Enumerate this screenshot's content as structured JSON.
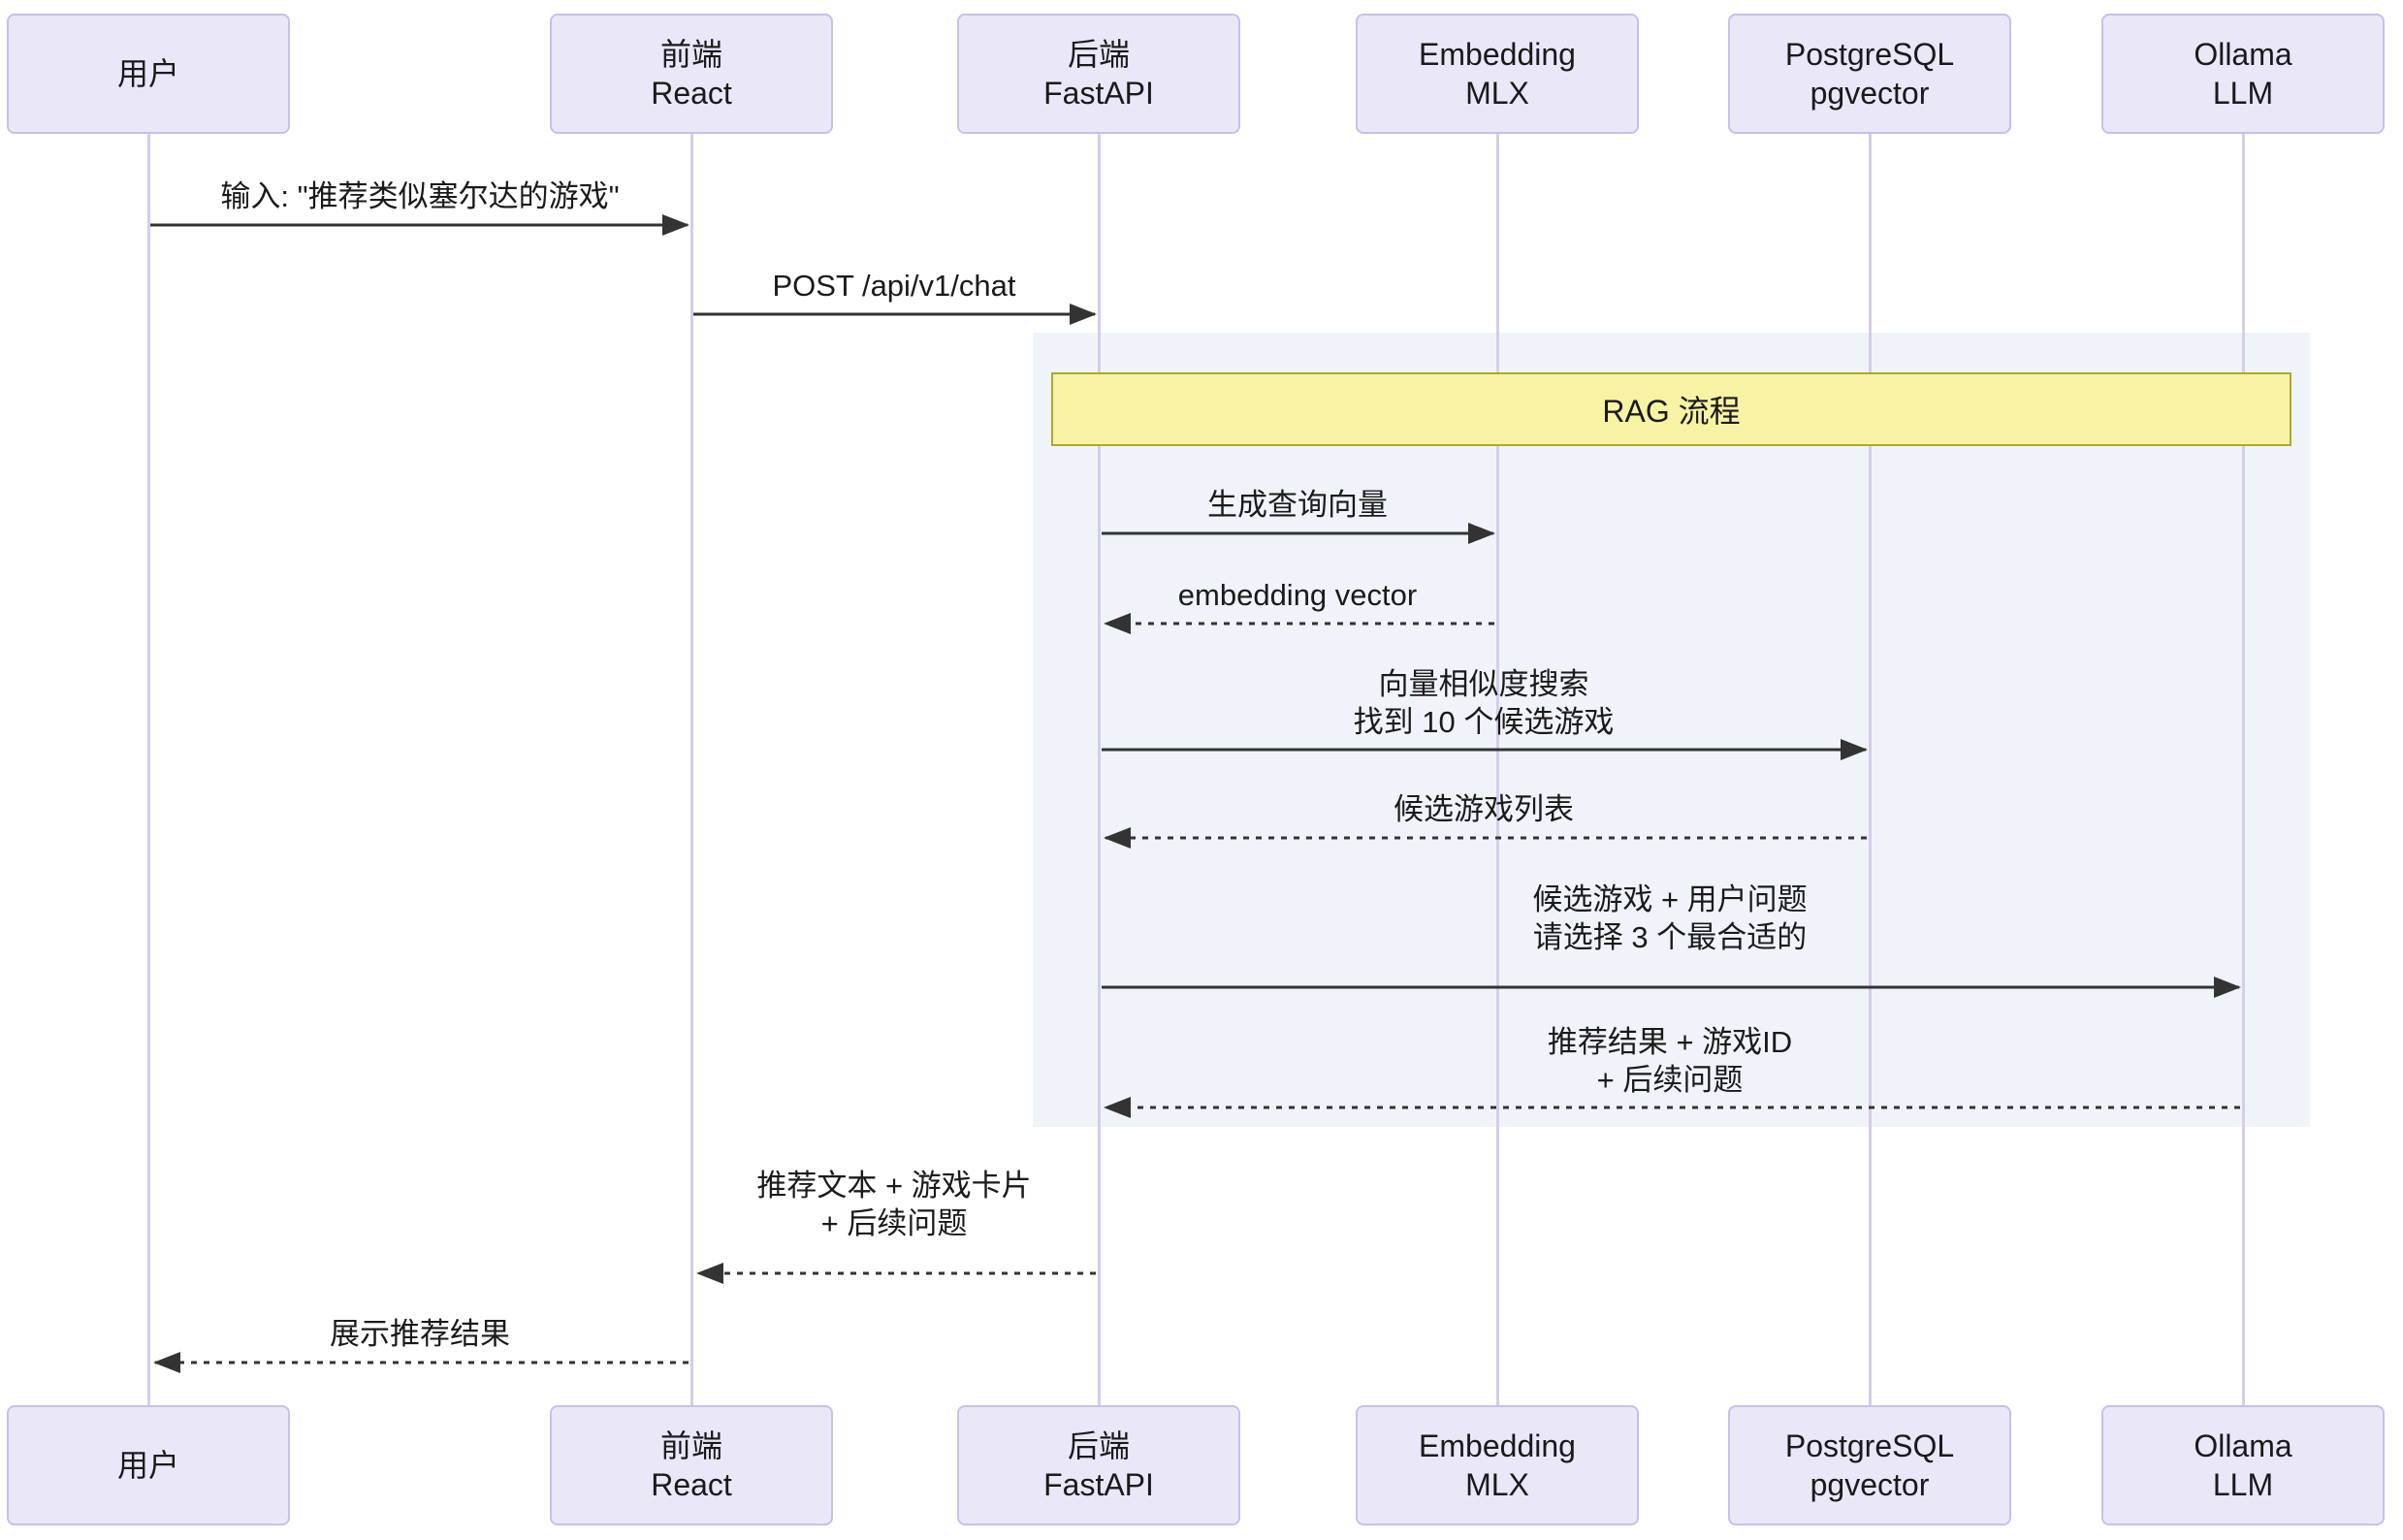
{
  "diagram": {
    "participants": [
      {
        "id": "user",
        "label": "用户"
      },
      {
        "id": "frontend",
        "label": "前端\nReact"
      },
      {
        "id": "backend",
        "label": "后端\nFastAPI"
      },
      {
        "id": "embedding",
        "label": "Embedding\nMLX"
      },
      {
        "id": "postgres",
        "label": "PostgreSQL\npgvector"
      },
      {
        "id": "ollama",
        "label": "Ollama\nLLM"
      }
    ],
    "rag_block": {
      "label": "RAG 流程"
    },
    "messages": [
      {
        "from": "user",
        "to": "frontend",
        "type": "solid",
        "text": "输入: \"推荐类似塞尔达的游戏\""
      },
      {
        "from": "frontend",
        "to": "backend",
        "type": "solid",
        "text": "POST /api/v1/chat"
      },
      {
        "from": "backend",
        "to": "embedding",
        "type": "solid",
        "text": "生成查询向量"
      },
      {
        "from": "embedding",
        "to": "backend",
        "type": "dashed",
        "text": "embedding vector"
      },
      {
        "from": "backend",
        "to": "postgres",
        "type": "solid",
        "text": "向量相似度搜索\n找到 10 个候选游戏"
      },
      {
        "from": "postgres",
        "to": "backend",
        "type": "dashed",
        "text": "候选游戏列表"
      },
      {
        "from": "backend",
        "to": "ollama",
        "type": "solid",
        "text": "候选游戏 + 用户问题\n请选择 3 个最合适的"
      },
      {
        "from": "ollama",
        "to": "backend",
        "type": "dashed",
        "text": "推荐结果 + 游戏ID\n+ 后续问题"
      },
      {
        "from": "backend",
        "to": "frontend",
        "type": "dashed",
        "text": "推荐文本 + 游戏卡片\n+ 后续问题"
      },
      {
        "from": "frontend",
        "to": "user",
        "type": "dashed",
        "text": "展示推荐结果"
      }
    ],
    "colors": {
      "actor_fill": "#EAE7F9",
      "actor_border": "#C9C0E8",
      "lifeline": "#D5CDEB",
      "region_fill": "#EFF4FB",
      "note_fill": "#F8F2A5",
      "note_border": "#AAAA33",
      "arrow": "#333333",
      "text": "#1A1A1A"
    }
  }
}
